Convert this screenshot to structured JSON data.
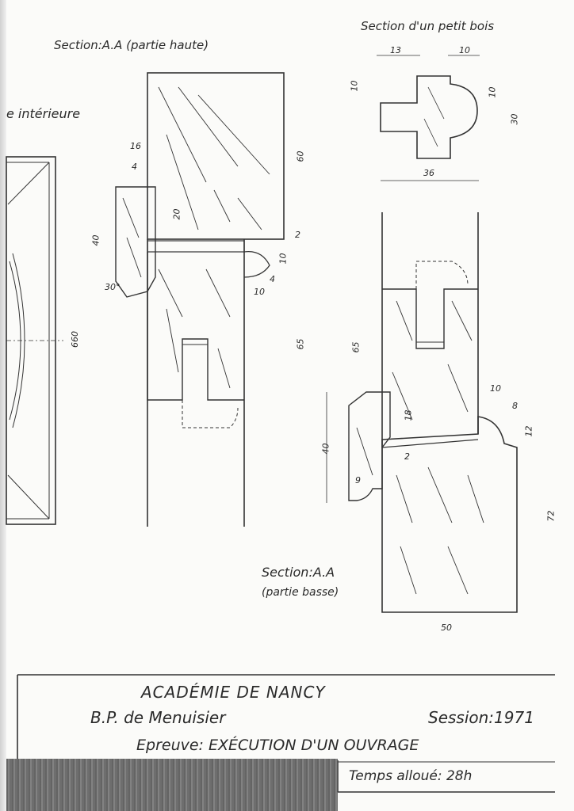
{
  "sections": {
    "top_left_title": "Section:A.A (partie haute)",
    "top_right_title": "Section d'un petit bois",
    "interior_label": "e intérieure",
    "bottom_title_line1": "Section:A.A",
    "bottom_title_line2": "(partie basse)"
  },
  "dimensions": {
    "d16": "16",
    "d4": "4",
    "d20": "20",
    "d40_left": "40",
    "d30deg": "30°",
    "d60": "60",
    "d2_top": "2",
    "d10_a": "10",
    "d4_a": "4",
    "d10_b": "10",
    "d65_left": "65",
    "d660": "660",
    "d13": "13",
    "d10_c": "10",
    "d10_d": "10",
    "d10_e": "10",
    "d30": "30",
    "d36": "36",
    "d65_right": "65",
    "d18": "18",
    "d40_right": "40",
    "d2_mid": "2",
    "d9": "9",
    "d10_f": "10",
    "d8": "8",
    "d12": "12",
    "d72": "72",
    "d50": "50"
  },
  "title_block": {
    "academy": "ACADÉMIE DE NANCY",
    "diploma": "B.P. de Menuisier",
    "session": "Session:1971",
    "exam": "Epreuve: EXÉCUTION D'UN OUVRAGE",
    "time": "Temps alloué: 28h"
  }
}
